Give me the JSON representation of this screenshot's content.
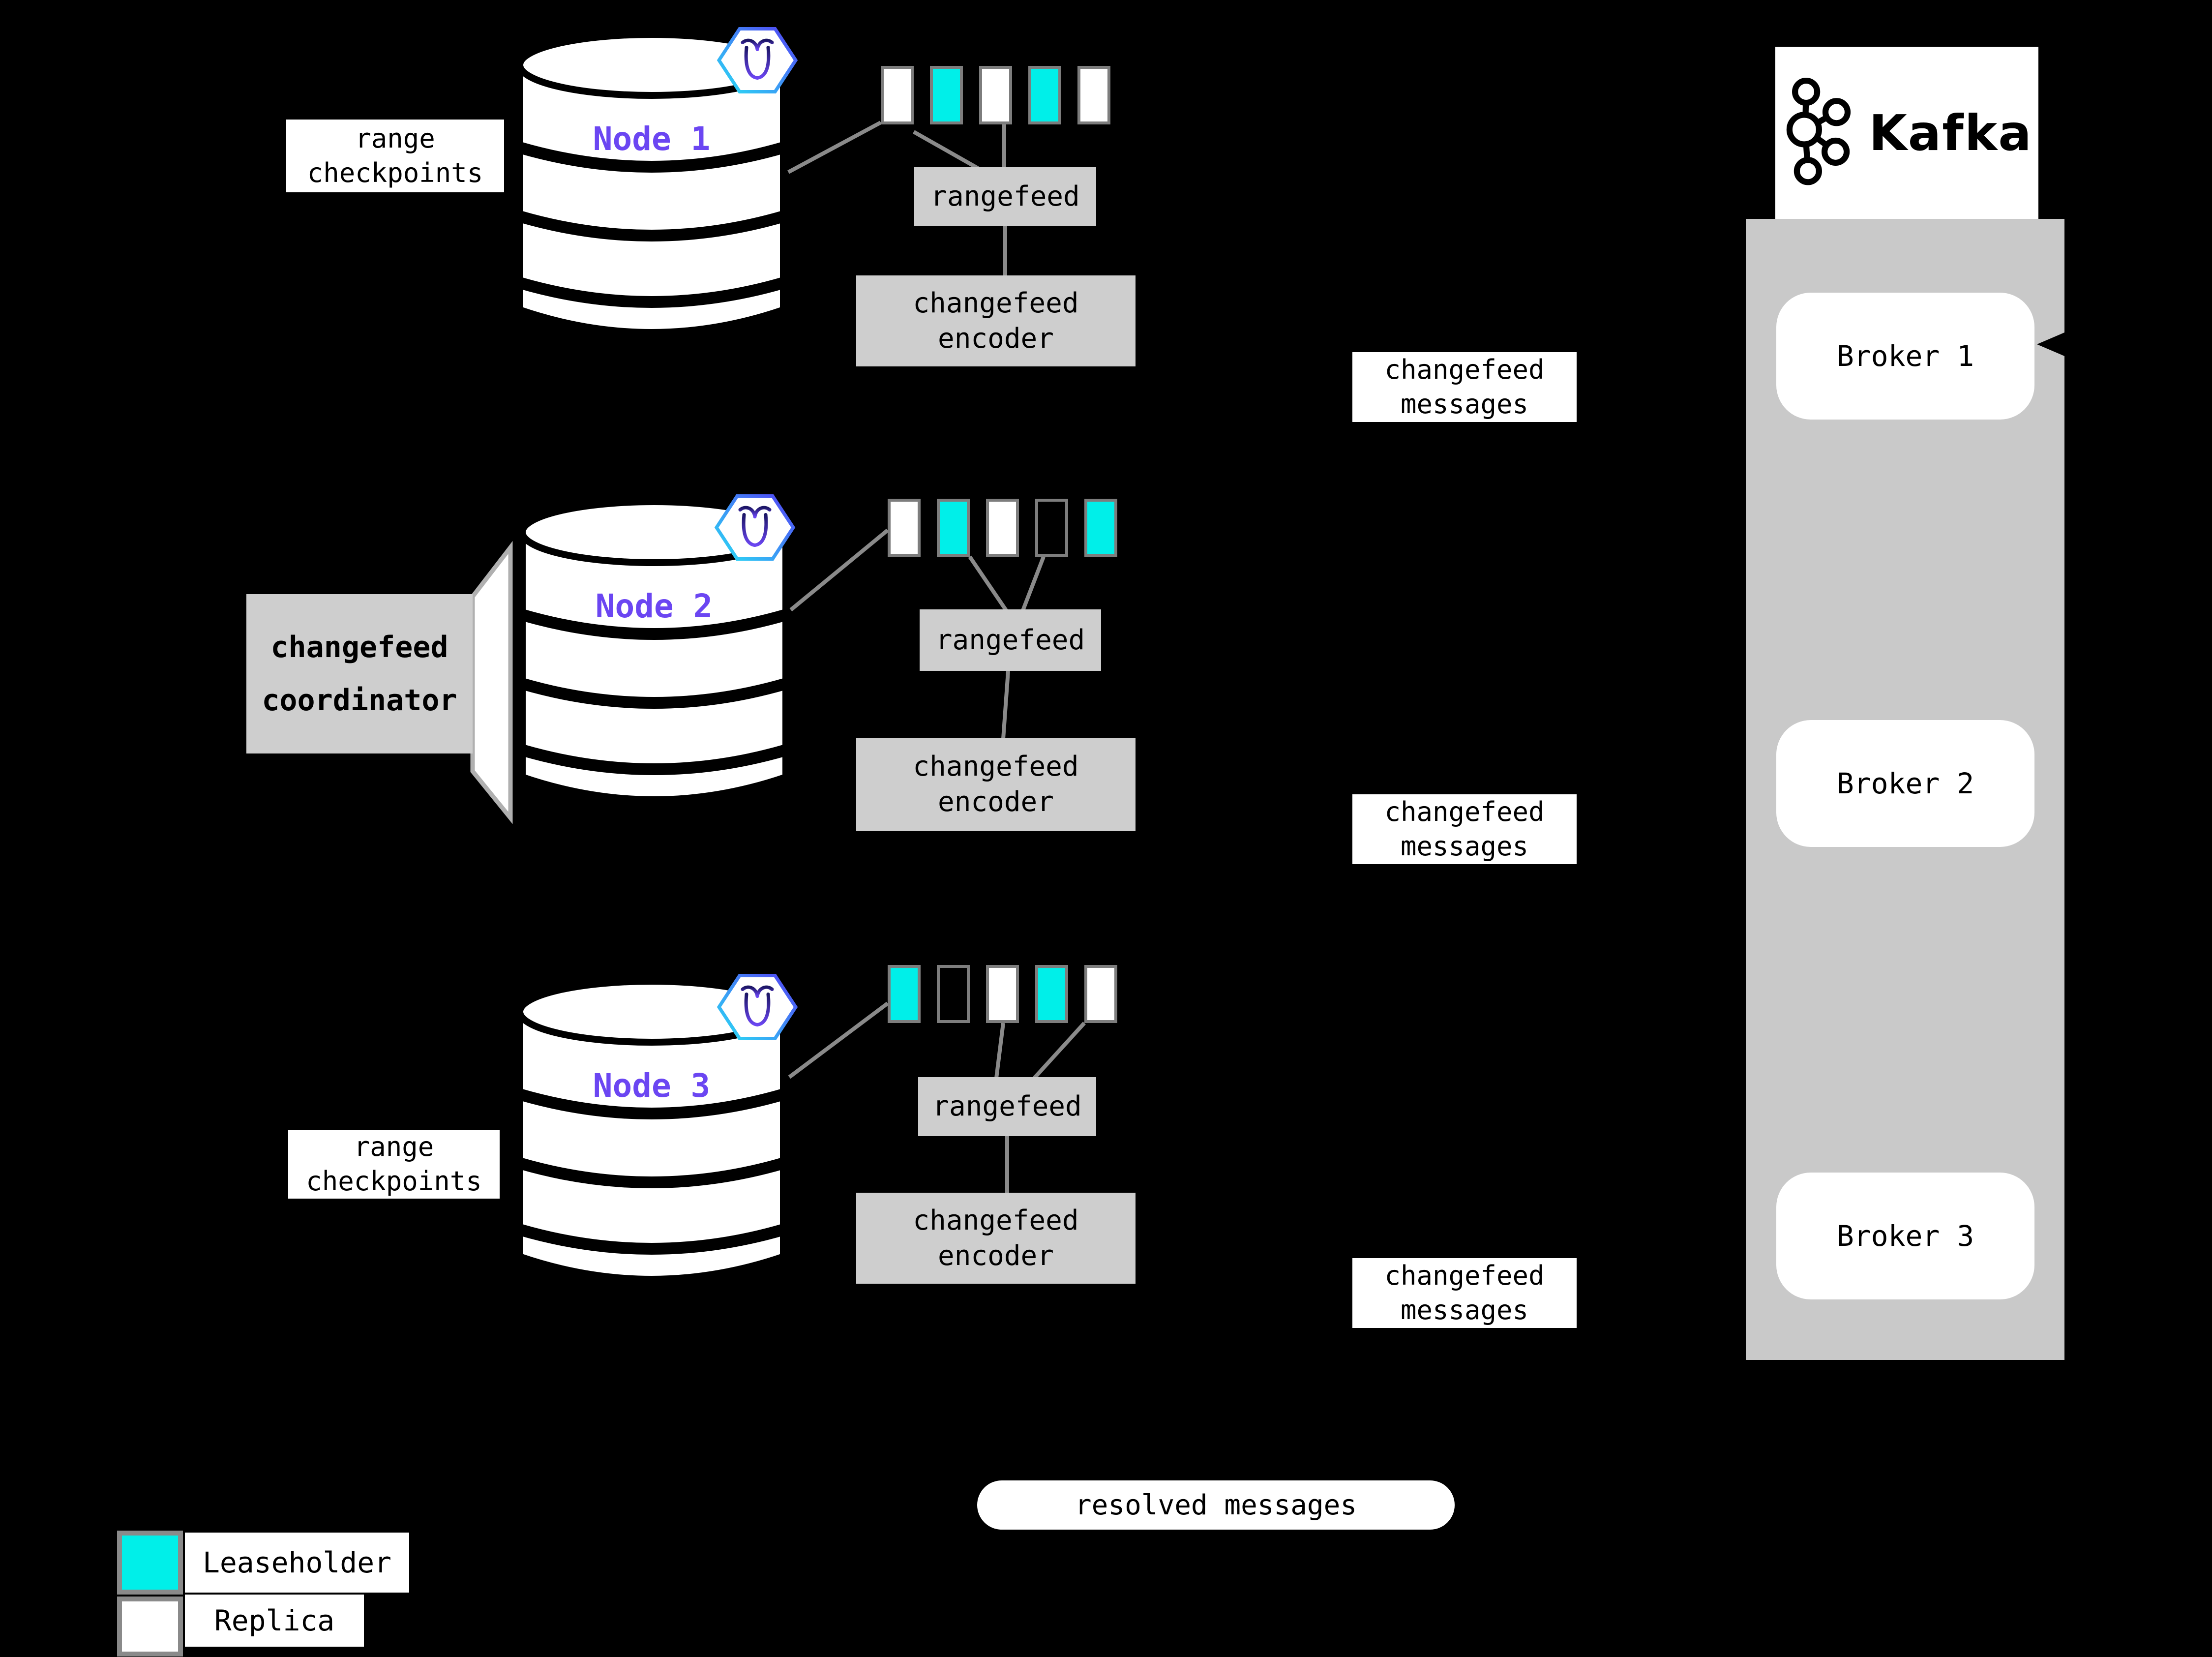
{
  "colors": {
    "background": "#000000",
    "leaseholder": "#00efe9",
    "replica": "#ffffff",
    "node_purple": "#6b46f2",
    "box_gray": "#cecece",
    "container_gray": "#c9c9c9",
    "line_gray": "#8a8a8a",
    "square_border": "#7d7d7d"
  },
  "nodes": [
    {
      "label": "Node 1",
      "checkpoint_label": "range checkpoints",
      "rangefeed_label": "rangefeed",
      "encoder_label": "changefeed encoder",
      "messages_label": "changefeed messages",
      "squares": [
        "replica",
        "leaseholder",
        "replica",
        "leaseholder",
        "replica"
      ]
    },
    {
      "label": "Node 2",
      "coordinator_label": "changefeed coordinator",
      "rangefeed_label": "rangefeed",
      "encoder_label": "changefeed encoder",
      "messages_label": "changefeed messages",
      "squares": [
        "replica",
        "leaseholder",
        "replica",
        "empty",
        "leaseholder"
      ]
    },
    {
      "label": "Node 3",
      "checkpoint_label": "range checkpoints",
      "rangefeed_label": "rangefeed",
      "encoder_label": "changefeed encoder",
      "messages_label": "changefeed messages",
      "squares": [
        "leaseholder",
        "empty",
        "replica",
        "leaseholder",
        "replica"
      ]
    }
  ],
  "kafka": {
    "brand": "Kafka",
    "brokers": [
      {
        "label": "Broker 1"
      },
      {
        "label": "Broker 2"
      },
      {
        "label": "Broker 3"
      }
    ]
  },
  "footer": {
    "resolved_label": "resolved messages"
  },
  "legend": {
    "items": [
      {
        "label": "Leaseholder",
        "type": "leaseholder"
      },
      {
        "label": "Replica",
        "type": "replica"
      }
    ]
  }
}
